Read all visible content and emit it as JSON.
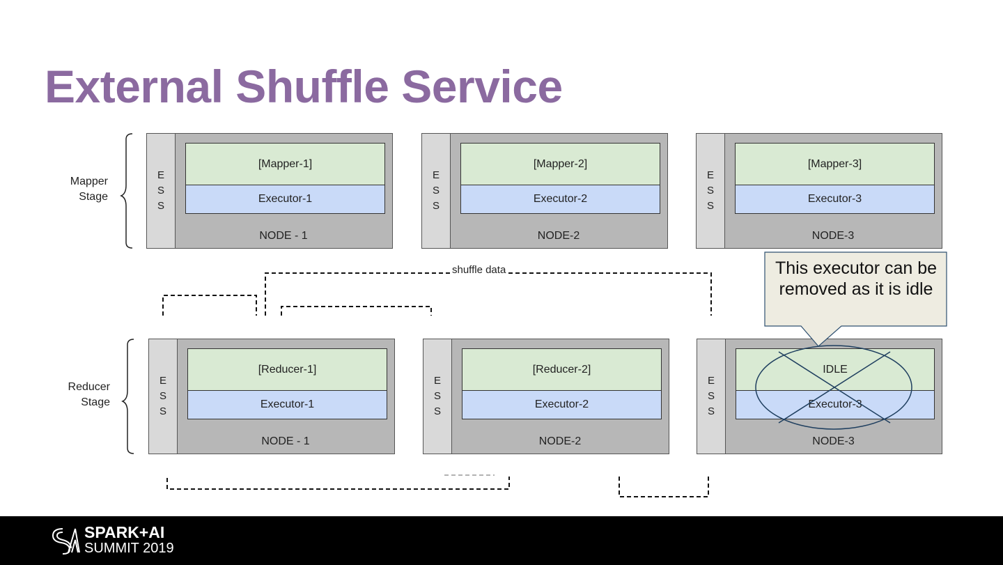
{
  "title": "External Shuffle Service",
  "stages": {
    "mapper": "Mapper Stage",
    "reducer": "Reducer Stage"
  },
  "ess_letters": [
    "E",
    "S",
    "S"
  ],
  "mapper_nodes": [
    {
      "task": "[Mapper-1]",
      "executor": "Executor-1",
      "node": "NODE - 1"
    },
    {
      "task": "[Mapper-2]",
      "executor": "Executor-2",
      "node": "NODE-2"
    },
    {
      "task": "[Mapper-3]",
      "executor": "Executor-3",
      "node": "NODE-3"
    }
  ],
  "reducer_nodes": [
    {
      "task": "[Reducer-1]",
      "executor": "Executor-1",
      "node": "NODE - 1"
    },
    {
      "task": "[Reducer-2]",
      "executor": "Executor-2",
      "node": "NODE-2"
    },
    {
      "task": "IDLE",
      "executor": "Executor-3",
      "node": "NODE-3"
    }
  ],
  "shuffle_label": "shuffle data",
  "callout": "This executor can be removed as it is idle",
  "footer": {
    "logo_line1": "SPARK+AI",
    "logo_line2": "SUMMIT 2019"
  },
  "colors": {
    "title": "#8b6aa0",
    "task": "#d9ead3",
    "executor": "#c9daf8",
    "node": "#b7b7b7",
    "callout": "#eeece1"
  }
}
